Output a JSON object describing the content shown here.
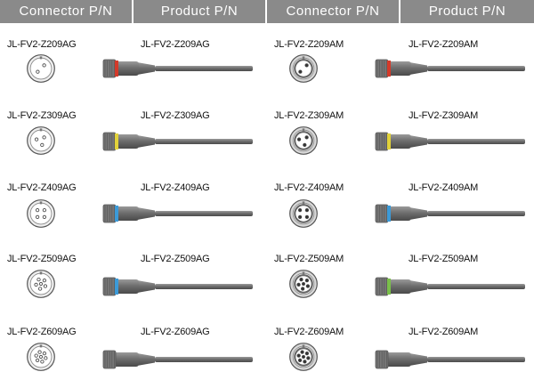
{
  "headers": [
    "Connector P/N",
    "Product P/N",
    "Connector P/N",
    "Product P/N"
  ],
  "colors": {
    "header_bg": "#8a8a8a",
    "ring_red": "#d43a2a",
    "ring_yellow": "#e2d23a",
    "ring_blue": "#3c9ad8",
    "ring_green": "#7ac04a",
    "ring_none": "#6f6f6f"
  },
  "rows": [
    {
      "left": {
        "connector_pn": "JL-FV2-Z209AG",
        "product_pn": "JL-FV2-Z209AG",
        "pins": 2,
        "ring": "red"
      },
      "right": {
        "connector_pn": "JL-FV2-Z209AM",
        "product_pn": "JL-FV2-Z209AM",
        "pins": 2,
        "ring": "red"
      }
    },
    {
      "left": {
        "connector_pn": "JL-FV2-Z309AG",
        "product_pn": "JL-FV2-Z309AG",
        "pins": 3,
        "ring": "yellow"
      },
      "right": {
        "connector_pn": "JL-FV2-Z309AM",
        "product_pn": "JL-FV2-Z309AM",
        "pins": 3,
        "ring": "yellow"
      }
    },
    {
      "left": {
        "connector_pn": "JL-FV2-Z409AG",
        "product_pn": "JL-FV2-Z409AG",
        "pins": 4,
        "ring": "blue"
      },
      "right": {
        "connector_pn": "JL-FV2-Z409AM",
        "product_pn": "JL-FV2-Z409AM",
        "pins": 4,
        "ring": "blue"
      }
    },
    {
      "left": {
        "connector_pn": "JL-FV2-Z509AG",
        "product_pn": "JL-FV2-Z509AG",
        "pins": 5,
        "ring": "blue"
      },
      "right": {
        "connector_pn": "JL-FV2-Z509AM",
        "product_pn": "JL-FV2-Z509AM",
        "pins": 5,
        "ring": "green"
      }
    },
    {
      "left": {
        "connector_pn": "JL-FV2-Z609AG",
        "product_pn": "JL-FV2-Z609AG",
        "pins": 6,
        "ring": "none"
      },
      "right": {
        "connector_pn": "JL-FV2-Z609AM",
        "product_pn": "JL-FV2-Z609AM",
        "pins": 6,
        "ring": "none"
      }
    }
  ]
}
